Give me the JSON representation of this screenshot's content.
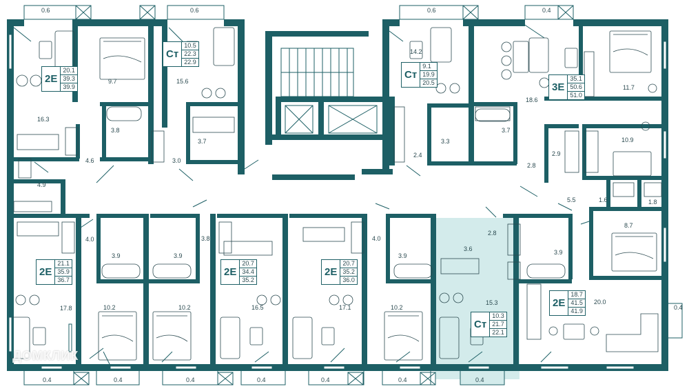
{
  "colors": {
    "wall": "#1d5f65",
    "highlight": "#d3ebeb",
    "text": "#2b4a50"
  },
  "watermark": "ДОМКЛИК",
  "apartments": [
    {
      "id": "apt-top-left",
      "type": "2Е",
      "areas": [
        "20.1",
        "39.3",
        "39.9"
      ]
    },
    {
      "id": "apt-top-center-left",
      "type": "Ст",
      "areas": [
        "10.5",
        "22.3",
        "22.9"
      ]
    },
    {
      "id": "apt-top-center",
      "type": "Ст",
      "areas": [
        "9.1",
        "19.9",
        "20.5"
      ]
    },
    {
      "id": "apt-top-right",
      "type": "3Е",
      "areas": [
        "35.1",
        "50.6",
        "51.0"
      ]
    },
    {
      "id": "apt-bottom-left",
      "type": "2Е",
      "areas": [
        "21.1",
        "35.9",
        "36.7"
      ]
    },
    {
      "id": "apt-bottom-2",
      "type": "2Е",
      "areas": [
        "20.7",
        "34.4",
        "35.2"
      ]
    },
    {
      "id": "apt-bottom-3",
      "type": "2Е",
      "areas": [
        "20.7",
        "35.2",
        "36.0"
      ]
    },
    {
      "id": "apt-bottom-highlight",
      "type": "Ст",
      "areas": [
        "10.3",
        "21.7",
        "22.1"
      ]
    },
    {
      "id": "apt-bottom-right",
      "type": "2Е",
      "areas": [
        "18.7",
        "41.5",
        "41.9"
      ]
    }
  ],
  "room_labels": [
    "0.6",
    "0.6",
    "0.6",
    "0.4",
    "9.7",
    "15.6",
    "14.2",
    "18.6",
    "11.7",
    "16.3",
    "3.8",
    "3.7",
    "3.3",
    "3.7",
    "10.9",
    "4.6",
    "3.0",
    "2.4",
    "2.9",
    "2.8",
    "4.9",
    "5.5",
    "1.6",
    "1.8",
    "4.0",
    "3.8",
    "4.0",
    "2.8",
    "8.7",
    "3.9",
    "3.9",
    "3.9",
    "3.6",
    "3.9",
    "15.3",
    "20.0",
    "0.4",
    "17.8",
    "10.2",
    "10.2",
    "16.5",
    "17.1",
    "10.2",
    "0.4",
    "0.4",
    "0.4",
    "0.4",
    "0.4",
    "0.4",
    "0.4"
  ]
}
